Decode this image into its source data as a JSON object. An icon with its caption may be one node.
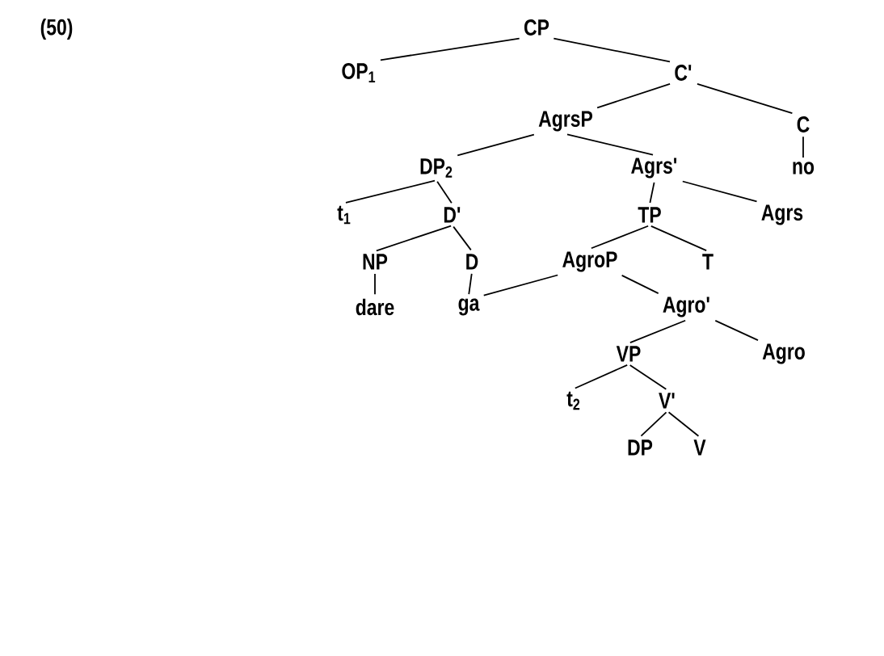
{
  "diagram": {
    "nodes": [
      {
        "text": [
          "CP"
        ]
      },
      {
        "text": [
          "OP$_{1}$"
        ]
      },
      {
        "text": [
          "C'"
        ]
      },
      {
        "text": [
          "AgrsP"
        ]
      },
      {
        "text": [
          "C"
        ]
      },
      {
        "text": [
          "DP$_{2}$"
        ]
      },
      {
        "text": [
          "Agrs'"
        ]
      },
      {
        "text": [
          "no"
        ]
      },
      {
        "text": [
          "t$_{1}$"
        ]
      },
      {
        "text": [
          "D'"
        ]
      },
      {
        "text": [
          "TP"
        ]
      },
      {
        "text": [
          "Agrs"
        ]
      },
      {
        "text": [
          "NP"
        ]
      },
      {
        "text": [
          "D"
        ]
      },
      {
        "text": [
          "AgroP"
        ]
      },
      {
        "text": [
          "T"
        ]
      },
      {
        "text": [
          "dare"
        ]
      },
      {
        "text": [
          "ga"
        ]
      },
      {
        "text": [
          "Agro'"
        ]
      },
      {
        "text": [
          "VP"
        ]
      },
      {
        "text": [
          "Agro"
        ]
      },
      {
        "text": [
          "t$_{2}$"
        ]
      },
      {
        "text": [
          "V'"
        ]
      },
      {
        "text": [
          "DP"
        ]
      },
      {
        "text": [
          "V"
        ]
      }
    ],
    "edges": [
      {
        "from": 0,
        "to": 1,
        "arrow": "none"
      },
      {
        "from": 0,
        "to": 2,
        "arrow": "none"
      },
      {
        "from": 2,
        "to": 3,
        "arrow": "none"
      },
      {
        "from": 2,
        "to": 4,
        "arrow": "none"
      },
      {
        "from": 4,
        "to": 7,
        "arrow": "none"
      },
      {
        "from": 3,
        "to": 5,
        "arrow": "none"
      },
      {
        "from": 3,
        "to": 6,
        "arrow": "none"
      },
      {
        "from": 5,
        "to": 8,
        "arrow": "none"
      },
      {
        "from": 5,
        "to": 9,
        "arrow": "none"
      },
      {
        "from": 9,
        "to": 12,
        "arrow": "none"
      },
      {
        "from": 9,
        "to": 13,
        "arrow": "none"
      },
      {
        "from": 12,
        "to": 16,
        "arrow": "none"
      },
      {
        "from": 13,
        "to": 17,
        "arrow": "none"
      },
      {
        "from": 6,
        "to": 10,
        "arrow": "none"
      },
      {
        "from": 6,
        "to": 11,
        "arrow": "none"
      },
      {
        "from": 10,
        "to": 14,
        "arrow": "none"
      },
      {
        "from": 10,
        "to": 15,
        "arrow": "none"
      },
      {
        "from": 14,
        "to": 17,
        "arrow": "none"
      },
      {
        "from": 14,
        "to": 18,
        "arrow": "none"
      },
      {
        "from": 18,
        "to": 19,
        "arrow": "none"
      },
      {
        "from": 18,
        "to": 20,
        "arrow": "none"
      },
      {
        "from": 19,
        "to": 21,
        "arrow": "none"
      },
      {
        "from": 19,
        "to": 22,
        "arrow": "none"
      },
      {
        "from": 22,
        "to": 23,
        "arrow": "none"
      },
      {
        "from": 22,
        "to": 24,
        "arrow": "none"
      }
    ],
    "labels": [
      "(50)"
    ]
  }
}
